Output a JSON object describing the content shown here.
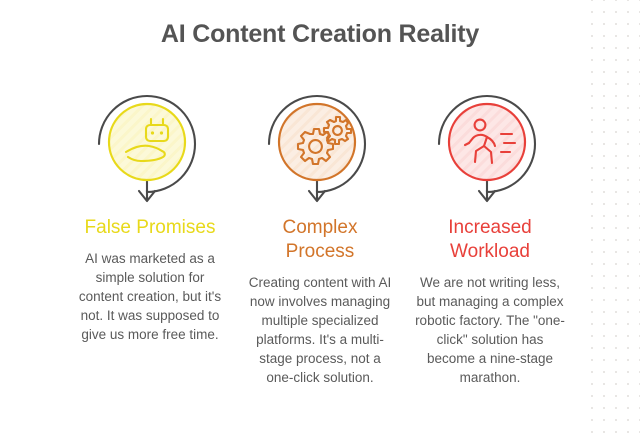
{
  "page": {
    "title": "AI Content Creation Reality",
    "background_color": "#ffffff",
    "title_color": "#545454",
    "dot_pattern_color": "#e8e6e4"
  },
  "columns": [
    {
      "icon_name": "robot-hand-icon",
      "accent_color": "#E8D91A",
      "fill_color": "#FCF9D8",
      "heading": "False Promises",
      "body": "AI was marketed as a simple solution for content creation, but it's not. It was supposed to give us more free time."
    },
    {
      "icon_name": "gears-icon",
      "accent_color": "#D2752A",
      "fill_color": "#FBEEE3",
      "heading": "Complex Process",
      "body": "Creating content with AI now involves managing multiple specialized platforms. It's a multi-stage process, not a one-click solution."
    },
    {
      "icon_name": "running-person-icon",
      "accent_color": "#E8403A",
      "fill_color": "#FDE7E6",
      "heading": "Increased Workload",
      "body": "We are not writing less, but managing a complex robotic factory. The \"one-click\" solution has become a nine-stage marathon."
    }
  ],
  "arrow": {
    "name": "curved-down-arrow",
    "color": "#4a4a4a"
  }
}
